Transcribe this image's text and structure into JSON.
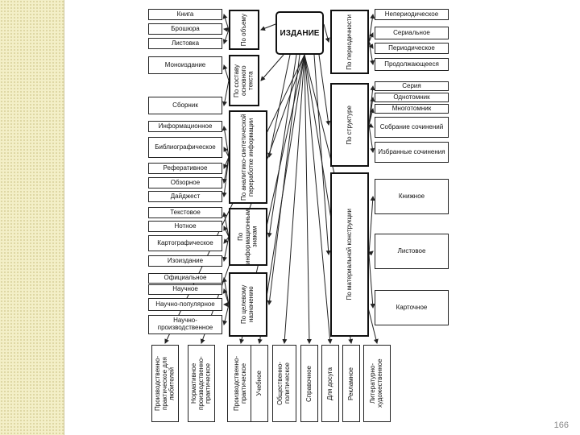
{
  "center": "ИЗДАНИЕ",
  "page_number": "166",
  "left_groups": [
    {
      "category": "По объему",
      "items": [
        "Книга",
        "Брошюра",
        "Листовка"
      ]
    },
    {
      "category": "По составу основного текста",
      "items": [
        "Моноиздание",
        "Сборник"
      ]
    },
    {
      "category": "По аналитико-синтетической переработке информации",
      "items": [
        "Информационное",
        "Библиографическое",
        "Реферативное",
        "Обзорное",
        "Дайджест"
      ]
    },
    {
      "category": "По информационным знакам",
      "items": [
        "Текстовое",
        "Нотное",
        "Картографическое",
        "Изоиздание"
      ]
    },
    {
      "category": "По целевому назначению",
      "items": [
        "Официальное",
        "Научное",
        "Научно-популярное",
        "Научно-производственное"
      ]
    }
  ],
  "right_groups": [
    {
      "category": "По периодичности",
      "items": [
        "Непериодическое",
        "Сериальное",
        "Периодическое",
        "Продолжающееся"
      ]
    },
    {
      "category": "По структуре",
      "items": [
        "Серия",
        "Однотомник",
        "Многотомник",
        "Собрание сочинений",
        "Избранные сочинения"
      ]
    },
    {
      "category": "По материальной конструкции",
      "items": [
        "Книжное",
        "Листовое",
        "Карточное"
      ]
    }
  ],
  "bottom_items": [
    "Производственно-практическое для любителей",
    "Нормативное производственно-практическое",
    "Производственно-практическое",
    "Учебное",
    "Общественно-политическое",
    "Справочное",
    "Для досуга",
    "Рекламное",
    "Литературно-художественное"
  ]
}
